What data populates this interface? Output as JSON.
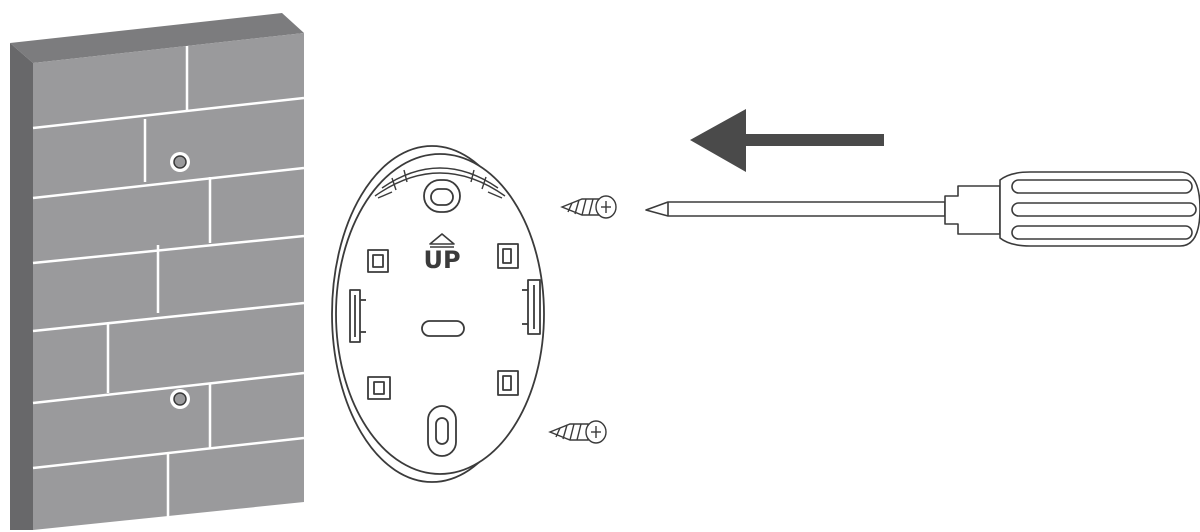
{
  "diagram": {
    "mount_label": "UP",
    "colors": {
      "wall_front": "#9a9a9c",
      "wall_side": "#68686a",
      "wall_top": "#7c7c7e",
      "mortar": "#ffffff",
      "line": "#3b3b3b",
      "arrow": "#4a4a4a",
      "background": "#ffffff"
    },
    "icons": [
      "brick-wall",
      "mounting-plate",
      "screw",
      "screwdriver",
      "direction-arrow"
    ]
  }
}
